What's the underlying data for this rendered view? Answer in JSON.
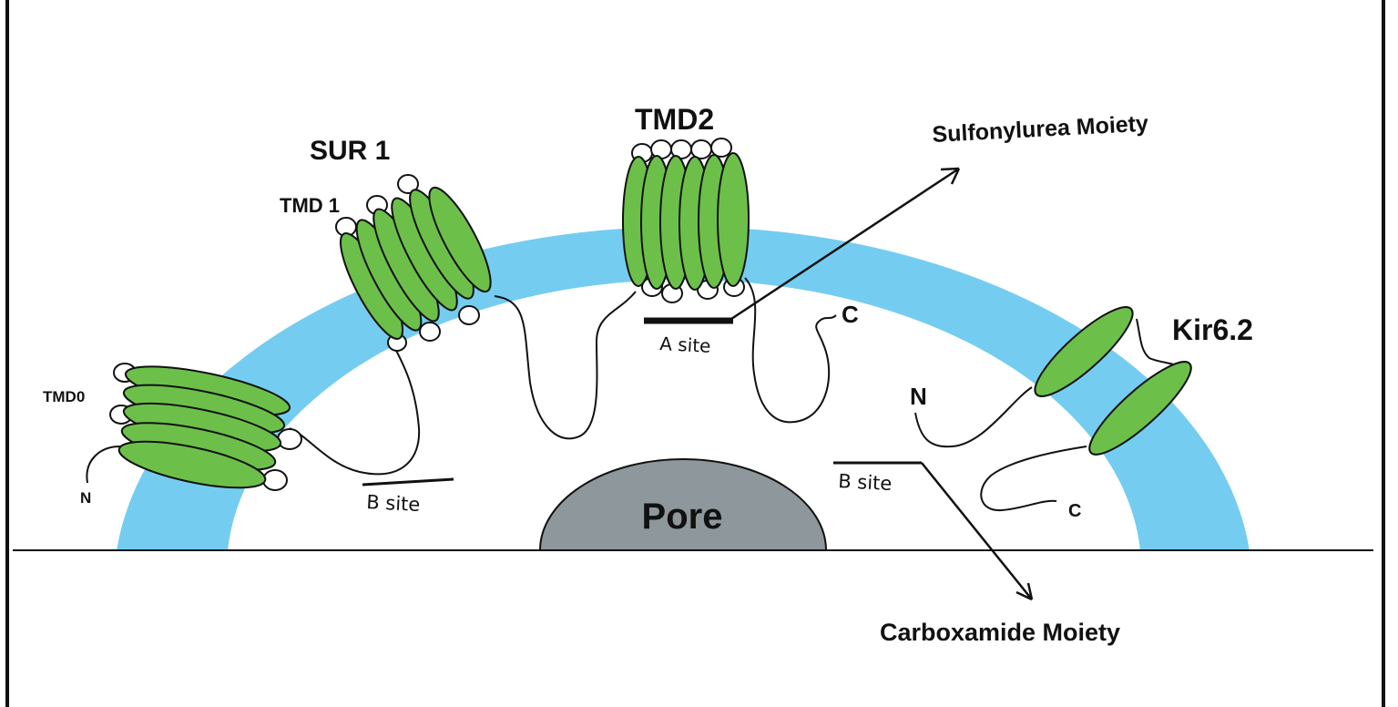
{
  "labels": {
    "sur1": "SUR 1",
    "tmd1": "TMD 1",
    "tmd0": "TMD0",
    "tmd2": "TMD2",
    "kir": "Kir6.2",
    "pore": "Pore",
    "a_site": "A site",
    "b_site_left": "B site",
    "b_site_right": "B site",
    "sulfonylurea": "Sulfonylurea Moiety",
    "carboxamide": "Carboxamide Moiety",
    "n_tmd0": "N",
    "n_kir": "N",
    "c_tmd2": "C",
    "c_kir": "C"
  },
  "colors": {
    "membrane": "#74cdf0",
    "helix": "#6cc04a",
    "pore": "#8e979b",
    "outline": "#111111",
    "loop": "#ffffff"
  }
}
